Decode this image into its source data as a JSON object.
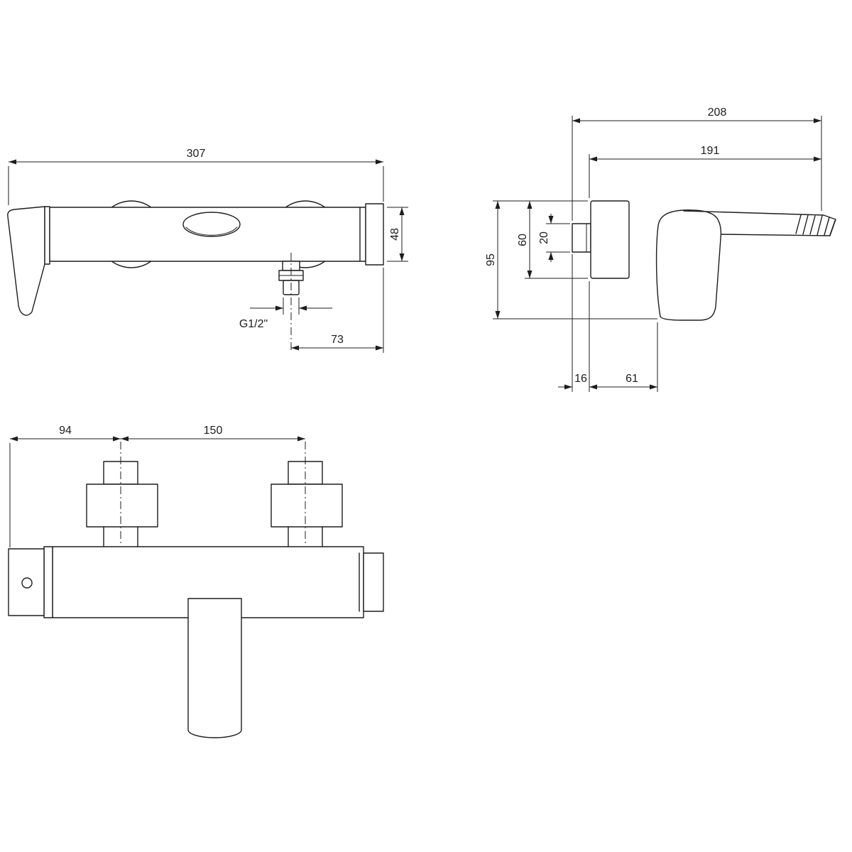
{
  "drawing_title": "wall-mounted-bath-mixer-technical-drawing",
  "front_view": {
    "overall_width": "307",
    "body_height": "48",
    "outlet_thread": "G1/2\"",
    "outlet_offset": "73"
  },
  "side_view": {
    "overall_depth": "208",
    "lever_depth": "191",
    "overall_height": "95",
    "escutcheon_height": "60",
    "inlet_height": "20",
    "inlet_depth": "16",
    "body_depth": "61"
  },
  "top_view": {
    "left_offset": "94",
    "valve_spacing": "150"
  }
}
